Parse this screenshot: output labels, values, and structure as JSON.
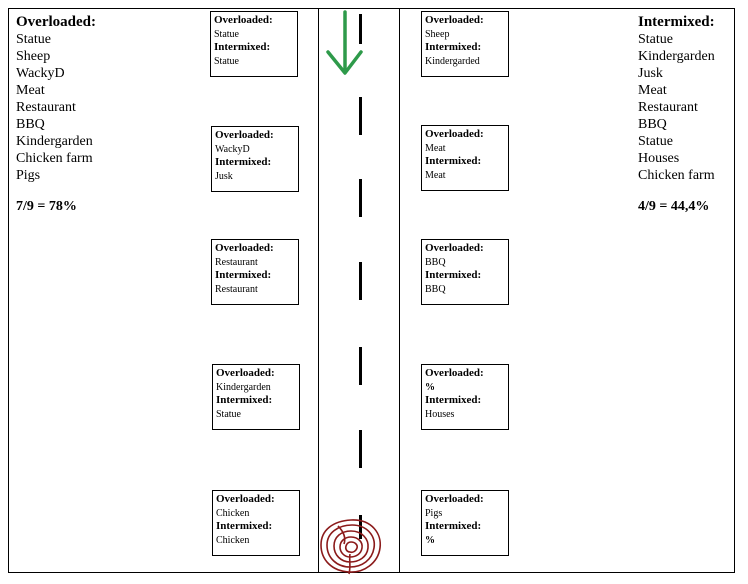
{
  "left_summary": {
    "title": "Overloaded:",
    "items": [
      "Statue",
      "Sheep",
      "WackyD",
      "Meat",
      "Restaurant",
      "BBQ",
      "Kindergarden",
      "Chicken farm",
      "Pigs"
    ],
    "result": "7/9 = 78%"
  },
  "right_summary": {
    "title": "Intermixed:",
    "items": [
      "Statue",
      "Kindergarden",
      "Jusk",
      "Meat",
      "Restaurant",
      "BBQ",
      "Statue",
      "Houses",
      "Chicken farm"
    ],
    "result": "4/9 = 44,4%"
  },
  "boxes_left": [
    {
      "overloaded_label": "Overloaded:",
      "overloaded": "Statue",
      "intermixed_label": "Intermixed:",
      "intermixed": "Statue"
    },
    {
      "overloaded_label": "Overloaded:",
      "overloaded": "WackyD",
      "intermixed_label": "Intermixed:",
      "intermixed": "Jusk"
    },
    {
      "overloaded_label": "Overloaded:",
      "overloaded": "Restaurant",
      "intermixed_label": "Intermixed:",
      "intermixed": "Restaurant"
    },
    {
      "overloaded_label": "Overloaded:",
      "overloaded": "Kindergarden",
      "intermixed_label": "Intermixed:",
      "intermixed": "Statue"
    },
    {
      "overloaded_label": "Overloaded:",
      "overloaded": "Chicken",
      "intermixed_label": "Intermixed:",
      "intermixed": "Chicken"
    }
  ],
  "boxes_right": [
    {
      "overloaded_label": "Overloaded:",
      "overloaded": "Sheep",
      "intermixed_label": "Intermixed:",
      "intermixed": "Kindergarded"
    },
    {
      "overloaded_label": "Overloaded:",
      "overloaded": "Meat",
      "intermixed_label": "Intermixed:",
      "intermixed": "Meat"
    },
    {
      "overloaded_label": "Overloaded:",
      "overloaded": "BBQ",
      "intermixed_label": "Intermixed:",
      "intermixed": "BBQ"
    },
    {
      "overloaded_label": "Overloaded:",
      "overloaded": "%",
      "intermixed_label": "Intermixed:",
      "intermixed": "Houses"
    },
    {
      "overloaded_label": "Overloaded:",
      "overloaded": "Pigs",
      "intermixed_label": "Intermixed:",
      "intermixed": "%"
    }
  ],
  "colors": {
    "arrow": "#2e9a4a",
    "scribble": "#8b1a1a",
    "lines": "#000000"
  },
  "icons": {
    "direction": "arrow-down-icon",
    "end_marker": "scribble-circle-icon"
  }
}
